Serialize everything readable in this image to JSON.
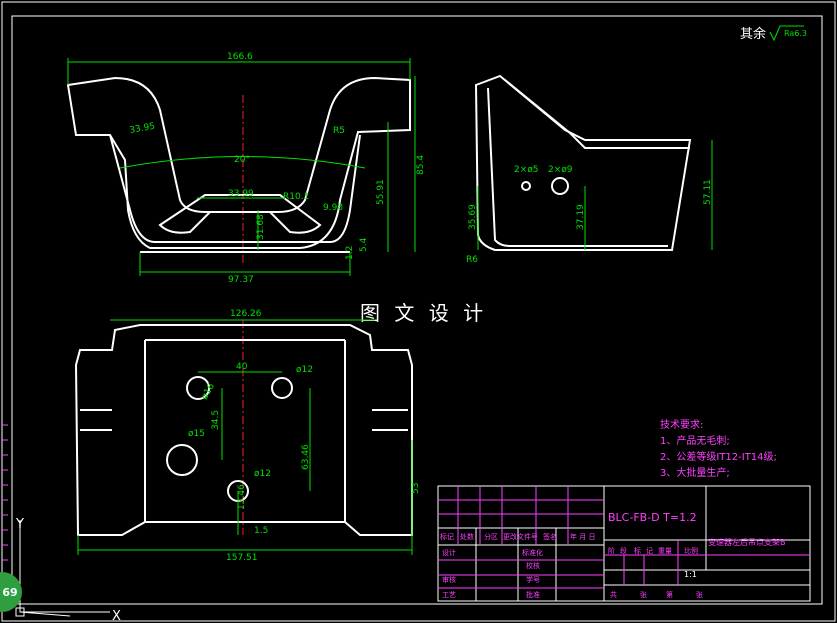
{
  "roughness": {
    "prefix": "其余",
    "value": "Ra6.3"
  },
  "watermark": "图 文 设 计",
  "front_view_dims": {
    "top_width": "166.6",
    "angle_left": "33.95",
    "angle": "20°",
    "inner_top": "33.99",
    "radius_center": "R10.1",
    "r5": "R5",
    "height_total": "85.4",
    "height_inner": "55.91",
    "slot": "9.98",
    "slot_h": "31.68",
    "small_1": "1.2",
    "small_2": "5.4",
    "bottom_width": "97.37"
  },
  "side_view_dims": {
    "holes_a": "2×ø5",
    "holes_b": "2×ø9",
    "h_left": "35.69",
    "h_mid": "37.19",
    "h_right": "57.11",
    "radius": "R6"
  },
  "top_view_dims": {
    "top_width": "126.26",
    "hole_spacing": "40",
    "d12_top": "ø12",
    "d16": "ø16",
    "v_34": "34.5",
    "d15": "ø15",
    "v_63": "63.46",
    "d12_bottom": "ø12",
    "v_13": "13.46",
    "v_1_5": "1.5",
    "h_53": "53",
    "bottom_width": "157.51"
  },
  "tech_requirements": {
    "title": "技术要求:",
    "items": [
      "1、产品无毛刺;",
      "2、公差等级IT12-IT14级;",
      "3、大批量生产;"
    ]
  },
  "title_block": {
    "drawing_code": "BLC-FB-D T=1.2",
    "part_name": "变速器左后吊点支架B",
    "header_labels": [
      "标记",
      "处数",
      "分区",
      "更改文件号",
      "签名",
      "年 月 日"
    ],
    "left_labels": [
      "设计",
      "审核",
      "工艺"
    ],
    "mid_labels": [
      "标准化",
      "",
      "批准"
    ],
    "mid_labels2": [
      "",
      "校核",
      "学号"
    ],
    "stage_labels": [
      "阶",
      "段",
      "标",
      "记",
      "重量",
      "比例"
    ],
    "scale": "1:1",
    "sheet_labels": [
      "共",
      "张",
      "第",
      "张"
    ]
  },
  "ucs": {
    "y": "Y",
    "x": "X"
  },
  "badge": "69",
  "colors": {
    "outline": "#ffffff",
    "dim": "#00e000",
    "center": "#ff2020",
    "title": "#ff40ff",
    "frame": "#ff40ff"
  }
}
